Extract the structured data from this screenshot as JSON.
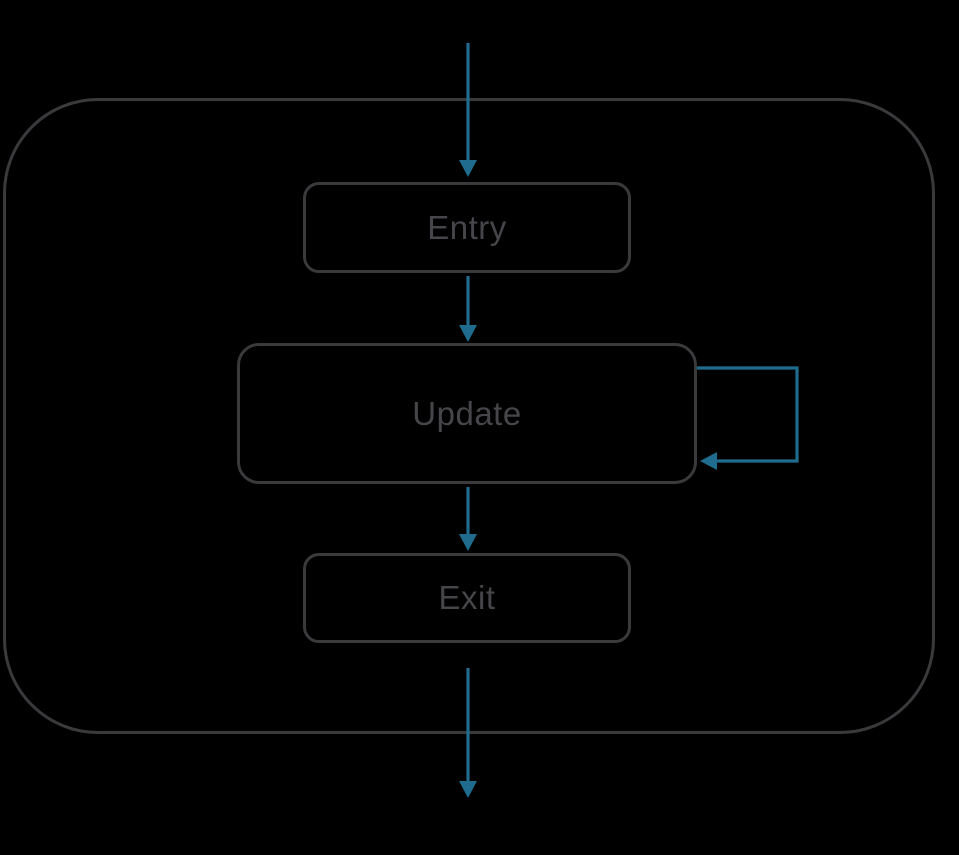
{
  "diagram": {
    "type": "state-flow",
    "title": "",
    "colors": {
      "canvas": "#000000",
      "node_border": "#3a3a3d",
      "container_border": "#3a3a3d",
      "label_text": "#46464a",
      "arrow": "#1f6c8e"
    },
    "container": {
      "shape": "rounded-rectangle",
      "label": ""
    },
    "nodes": [
      {
        "id": "entry",
        "label": "Entry"
      },
      {
        "id": "update",
        "label": "Update"
      },
      {
        "id": "exit",
        "label": "Exit"
      }
    ],
    "edges": [
      {
        "from": "outside",
        "to": "entry",
        "kind": "straight-down"
      },
      {
        "from": "entry",
        "to": "update",
        "kind": "straight-down"
      },
      {
        "from": "update",
        "to": "update",
        "kind": "self-loop-right"
      },
      {
        "from": "update",
        "to": "exit",
        "kind": "straight-down"
      },
      {
        "from": "exit",
        "to": "outside",
        "kind": "straight-down"
      }
    ]
  }
}
